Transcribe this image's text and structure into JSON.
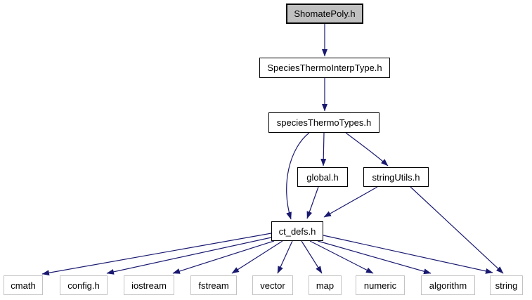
{
  "diagram": {
    "kind": "include-dependency-graph",
    "root": "ShomatePoly.h",
    "colors": {
      "edge": "#191970",
      "root_fill": "#c0c0c0",
      "node_border": "#000000",
      "system_node_border": "#c3c3c3",
      "text": "#000000",
      "background": "#ffffff"
    },
    "nodes": [
      {
        "id": "shomatepoly",
        "label": "ShomatePoly.h",
        "kind": "root"
      },
      {
        "id": "interptype",
        "label": "SpeciesThermoInterpType.h",
        "kind": "header"
      },
      {
        "id": "thermotypes",
        "label": "speciesThermoTypes.h",
        "kind": "header"
      },
      {
        "id": "global",
        "label": "global.h",
        "kind": "header"
      },
      {
        "id": "stringutils",
        "label": "stringUtils.h",
        "kind": "header"
      },
      {
        "id": "ctdefs",
        "label": "ct_defs.h",
        "kind": "header"
      },
      {
        "id": "cmath",
        "label": "cmath",
        "kind": "system"
      },
      {
        "id": "config",
        "label": "config.h",
        "kind": "system"
      },
      {
        "id": "iostream",
        "label": "iostream",
        "kind": "system"
      },
      {
        "id": "fstream",
        "label": "fstream",
        "kind": "system"
      },
      {
        "id": "vector",
        "label": "vector",
        "kind": "system"
      },
      {
        "id": "map",
        "label": "map",
        "kind": "system"
      },
      {
        "id": "numeric",
        "label": "numeric",
        "kind": "system"
      },
      {
        "id": "algorithm",
        "label": "algorithm",
        "kind": "system"
      },
      {
        "id": "string",
        "label": "string",
        "kind": "system"
      }
    ],
    "edges": [
      {
        "from": "ShomatePoly.h",
        "to": "SpeciesThermoInterpType.h"
      },
      {
        "from": "SpeciesThermoInterpType.h",
        "to": "speciesThermoTypes.h"
      },
      {
        "from": "speciesThermoTypes.h",
        "to": "global.h"
      },
      {
        "from": "speciesThermoTypes.h",
        "to": "stringUtils.h"
      },
      {
        "from": "speciesThermoTypes.h",
        "to": "ct_defs.h"
      },
      {
        "from": "global.h",
        "to": "ct_defs.h"
      },
      {
        "from": "stringUtils.h",
        "to": "ct_defs.h"
      },
      {
        "from": "stringUtils.h",
        "to": "string"
      },
      {
        "from": "ct_defs.h",
        "to": "cmath"
      },
      {
        "from": "ct_defs.h",
        "to": "config.h"
      },
      {
        "from": "ct_defs.h",
        "to": "iostream"
      },
      {
        "from": "ct_defs.h",
        "to": "fstream"
      },
      {
        "from": "ct_defs.h",
        "to": "vector"
      },
      {
        "from": "ct_defs.h",
        "to": "map"
      },
      {
        "from": "ct_defs.h",
        "to": "numeric"
      },
      {
        "from": "ct_defs.h",
        "to": "algorithm"
      },
      {
        "from": "ct_defs.h",
        "to": "string"
      }
    ]
  }
}
